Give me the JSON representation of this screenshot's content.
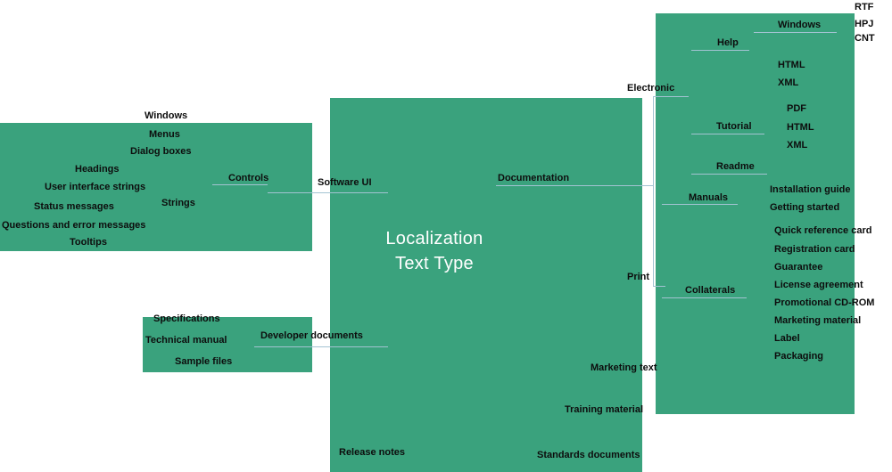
{
  "colors": {
    "accent": "#3aa27d",
    "connector": "#a3c3d2",
    "title_text": "#ffffff",
    "label_text": "#0d0d0d"
  },
  "map": {
    "root_label": "Localization Text Type",
    "software_ui": {
      "label": "Software UI",
      "controls": {
        "label": "Controls",
        "items": [
          "Windows",
          "Menus",
          "Dialog boxes"
        ]
      },
      "strings": {
        "label": "Strings",
        "items": [
          "Headings",
          "User interface strings",
          "Status messages",
          "Questions and error messages",
          "Tooltips"
        ]
      }
    },
    "documentation": {
      "label": "Documentation",
      "electronic": {
        "label": "Electronic",
        "help": {
          "label": "Help",
          "windows": {
            "label": "Windows",
            "formats": [
              "RTF",
              "HPJ",
              "CNT"
            ]
          },
          "formats": [
            "HTML",
            "XML"
          ]
        },
        "tutorial": {
          "label": "Tutorial",
          "formats": [
            "PDF",
            "HTML",
            "XML"
          ]
        },
        "readme": {
          "label": "Readme"
        }
      },
      "print": {
        "label": "Print",
        "manuals": {
          "label": "Manuals",
          "items": [
            "Installation guide",
            "Getting started"
          ]
        },
        "collaterals": {
          "label": "Collaterals",
          "items": [
            "Quick reference card",
            "Registration card",
            "Guarantee",
            "License agreement",
            "Promotional CD-ROM",
            "Marketing material",
            "Label",
            "Packaging"
          ]
        }
      }
    },
    "developer_documents": {
      "label": "Developer documents",
      "items": [
        "Specifications",
        "Technical manual",
        "Sample files"
      ]
    },
    "marketing_text": {
      "label": "Marketing text"
    },
    "training_material": {
      "label": "Training material"
    },
    "standards_documents": {
      "label": "Standards documents"
    },
    "release_notes": {
      "label": "Release notes"
    }
  }
}
